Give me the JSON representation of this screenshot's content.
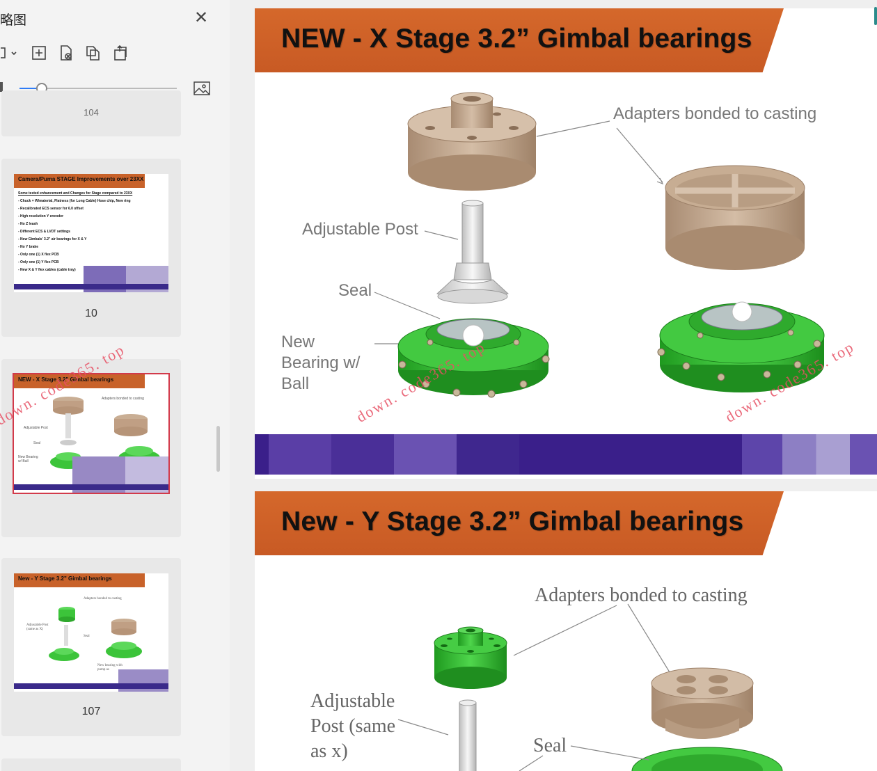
{
  "sidebar": {
    "title": "略图",
    "thumbnails": [
      {
        "number": "104",
        "title": ""
      },
      {
        "number": "10",
        "title": "Camera/Puma STAGE Improvements over 23XX",
        "bullets": [
          "Some tested enhancement and Changes for Stage compared to 23XX",
          "- Chuck = W/material, Flatness (for Long Cable) Hose chip, New ring",
          "- Recalibrated ECS sensor for 6.0 offset",
          "- High resolution Y encoder",
          "- No Z leash",
          "- Different ECS & LVDT settings",
          "- New Gimbals' 3.2\" air bearings for X & Y",
          "- No Y brake",
          "- Only one (1) X flex PCB",
          "- Only one (1) Y flex PCB",
          "- New X & Y flex cables (cable tray)"
        ]
      },
      {
        "number": "",
        "title": "NEW - X Stage 3.2\" Gimbal bearings",
        "labels": [
          "Adapters bonded to casting",
          "Adjustable Post",
          "Seal",
          "New Bearing w/ Ball"
        ]
      },
      {
        "number": "107",
        "title": "New - Y Stage 3.2\" Gimbal bearings",
        "labels": [
          "Adapters bonded to casting",
          "Adjustable Post (same as X)",
          "Seal",
          "New bearing with pump as"
        ]
      }
    ]
  },
  "slide_x": {
    "title": "NEW - X Stage 3.2” Gimbal bearings",
    "label_adapters": "Adapters bonded to casting",
    "label_post": "Adjustable Post",
    "label_seal": "Seal",
    "label_new_bearing": [
      "New",
      "Bearing w/",
      "Ball"
    ]
  },
  "slide_y": {
    "title": "New - Y Stage 3.2” Gimbal bearings",
    "label_adapters": "Adapters bonded to casting",
    "label_post": [
      "Adjustable",
      "Post (same",
      "as x)"
    ],
    "label_seal": "Seal"
  },
  "watermark": "down. code365. top",
  "colors": {
    "header_orange": "#cf6128",
    "band_purple": "#3a1f8a",
    "part_tan": "#cdb49c",
    "part_green": "#3cc43a",
    "selection": "#d23a4a"
  },
  "zoom_fraction": 0.14
}
